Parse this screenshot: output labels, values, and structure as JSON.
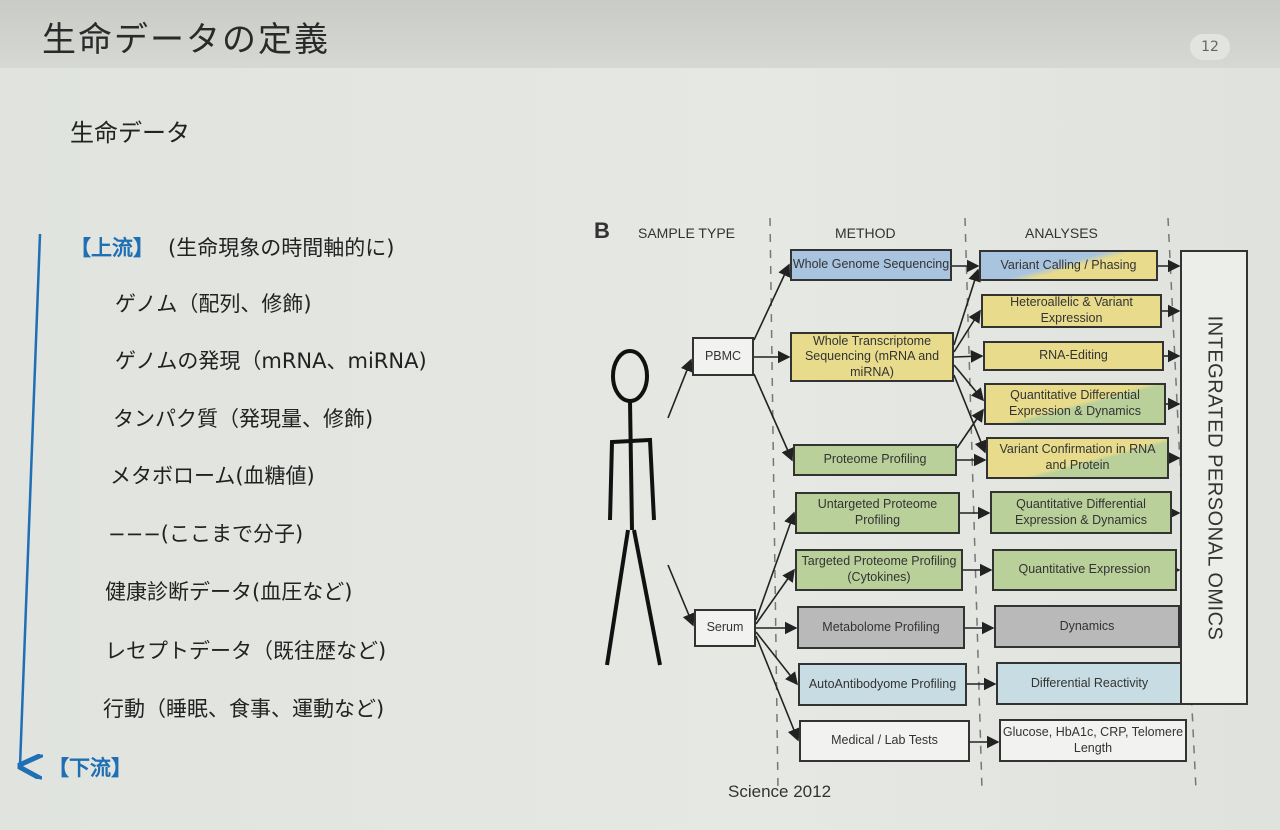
{
  "title": "生命データの定義",
  "page_number": "12",
  "subtitle": "生命データ",
  "list": {
    "upstream_label": "【上流】",
    "upstream_note": "(生命現象の時間軸的に)",
    "items": [
      "ゲノム（配列、修飾)",
      "ゲノムの発現（mRNA、miRNA)",
      "タンパク質（発現量、修飾)",
      "メタボローム(血糖値)",
      "−−−(ここまで分子)",
      "健康診断データ(血圧など)",
      "レセプトデータ（既往歴など)",
      "行動（睡眠、食事、運動など)"
    ],
    "downstream_label": "【下流】"
  },
  "diagram": {
    "panel_label": "B",
    "headers": {
      "sample_type": "SAMPLE TYPE",
      "method": "METHOD",
      "analyses": "ANALYSES"
    },
    "samples": [
      "PBMC",
      "Serum"
    ],
    "methods": [
      "Whole Genome Sequencing",
      "Whole Transcriptome Sequencing (mRNA and miRNA)",
      "Proteome Profiling",
      "Untargeted Proteome Profiling",
      "Targeted Proteome Profiling (Cytokines)",
      "Metabolome Profiling",
      "AutoAntibodyome Profiling",
      "Medical / Lab Tests"
    ],
    "analyses": [
      "Variant Calling / Phasing",
      "Heteroallelic & Variant Expression",
      "RNA-Editing",
      "Quantitative Differential Expression & Dynamics",
      "Variant Confirmation in RNA and Protein",
      "Quantitative Differential Expression & Dynamics",
      "Quantitative Expression",
      "Dynamics",
      "Differential Reactivity",
      "Glucose, HbA1c, CRP, Telomere Length"
    ],
    "integrated": "INTEGRATED PERSONAL OMICS",
    "colors": {
      "blue": "#a9c4de",
      "yellow": "#e8dc8c",
      "green": "#b9d09a",
      "gray": "#b9b9b9",
      "lightblue": "#c8dde3",
      "white": "#f2f3f0"
    }
  },
  "citation": "Science 2012"
}
